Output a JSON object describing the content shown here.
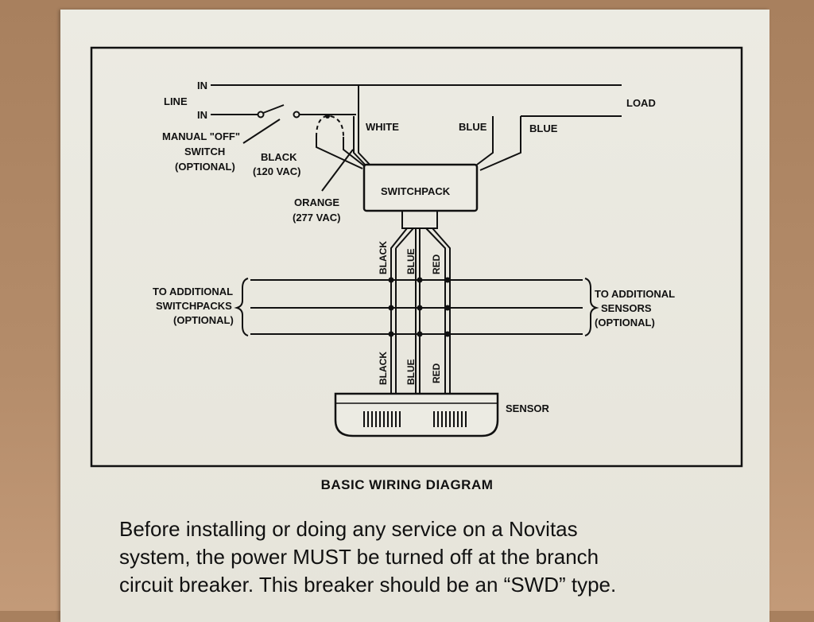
{
  "diagram": {
    "labels": {
      "line": "LINE",
      "in_top": "IN",
      "in_bottom": "IN",
      "load": "LOAD",
      "white": "WHITE",
      "blue_1": "BLUE",
      "blue_2": "BLUE",
      "manual_off_line1": "MANUAL \"OFF\"",
      "manual_off_line2": "SWITCH",
      "manual_off_line3": "(OPTIONAL)",
      "black_120_line1": "BLACK",
      "black_120_line2": "(120 VAC)",
      "orange_277_line1": "ORANGE",
      "orange_277_line2": "(277 VAC)",
      "switchpack": "SWITCHPACK",
      "upper_black": "BLACK",
      "upper_blue": "BLUE",
      "upper_red": "RED",
      "lower_black": "BLACK",
      "lower_blue": "BLUE",
      "lower_red": "RED",
      "to_switchpacks_line1": "TO ADDITIONAL",
      "to_switchpacks_line2": "SWITCHPACKS",
      "to_switchpacks_line3": "(OPTIONAL)",
      "to_sensors_line1": "TO ADDITIONAL",
      "to_sensors_line2": "SENSORS",
      "to_sensors_line3": "(OPTIONAL)",
      "sensor": "SENSOR"
    },
    "caption": "BASIC WIRING DIAGRAM"
  },
  "warning": {
    "line1": "Before installing or doing any service on a Novitas",
    "line2": "system, the power MUST be turned off at the branch",
    "line3": "circuit breaker. This breaker should be an “SWD” type."
  }
}
